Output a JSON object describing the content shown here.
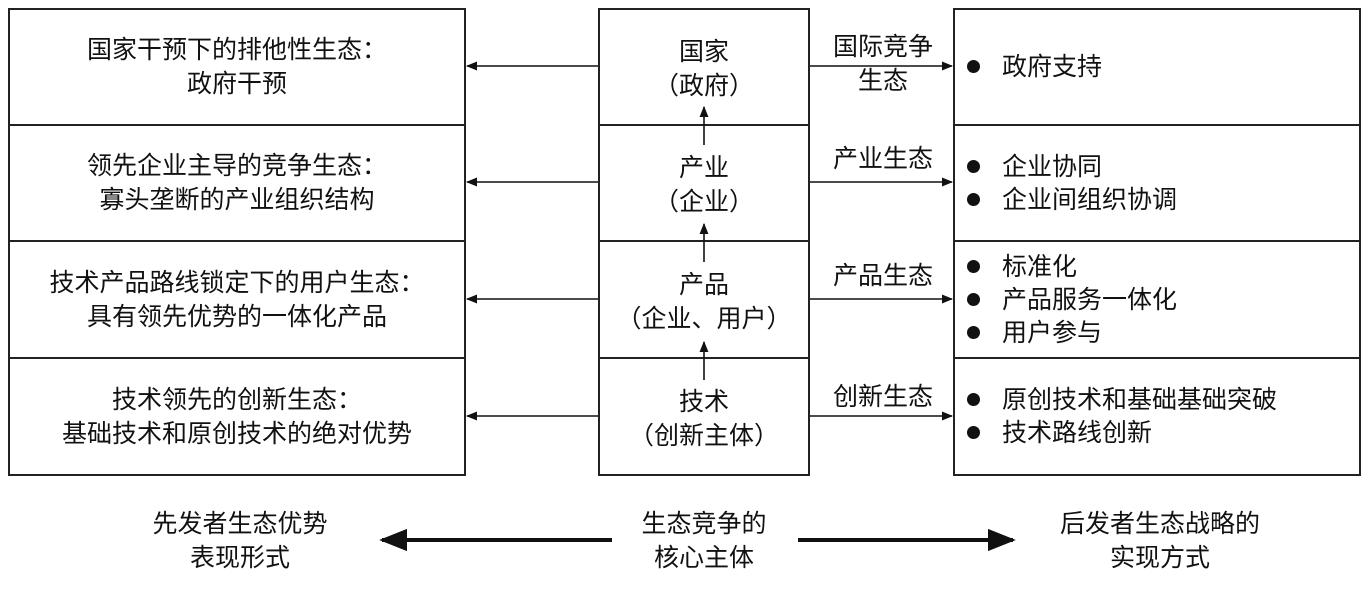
{
  "left_column": [
    {
      "line1": "国家干预下的排他性生态：",
      "line2": "政府干预"
    },
    {
      "line1": "领先企业主导的竞争生态：",
      "line2": "寡头垄断的产业组织结构"
    },
    {
      "line1": "技术产品路线锁定下的用户生态：",
      "line2": "具有领先优势的一体化产品"
    },
    {
      "line1": "技术领先的创新生态：",
      "line2": "基础技术和原创技术的绝对优势"
    }
  ],
  "center_column": [
    {
      "line1": "国家",
      "line2": "（政府）"
    },
    {
      "line1": "产业",
      "line2": "（企业）"
    },
    {
      "line1": "产品",
      "line2": "（企业、用户）"
    },
    {
      "line1": "技术",
      "line2": "（创新主体）"
    }
  ],
  "edge_labels": [
    {
      "line1": "国际竞争",
      "line2": "生态"
    },
    {
      "line1": "产业生态",
      "line2": ""
    },
    {
      "line1": "产品生态",
      "line2": ""
    },
    {
      "line1": "创新生态",
      "line2": ""
    }
  ],
  "right_column": [
    {
      "bullets": [
        "政府支持"
      ]
    },
    {
      "bullets": [
        "企业协同",
        "企业间组织协调"
      ]
    },
    {
      "bullets": [
        "标准化",
        "产品服务一体化",
        "用户参与"
      ]
    },
    {
      "bullets": [
        "原创技术和基础基础突破",
        "技术路线创新"
      ]
    }
  ],
  "bottom": {
    "left": {
      "line1": "先发者生态优势",
      "line2": "表现形式"
    },
    "center": {
      "line1": "生态竞争的",
      "line2": "核心主体"
    },
    "right": {
      "line1": "后发者生态战略的",
      "line2": "实现方式"
    }
  }
}
